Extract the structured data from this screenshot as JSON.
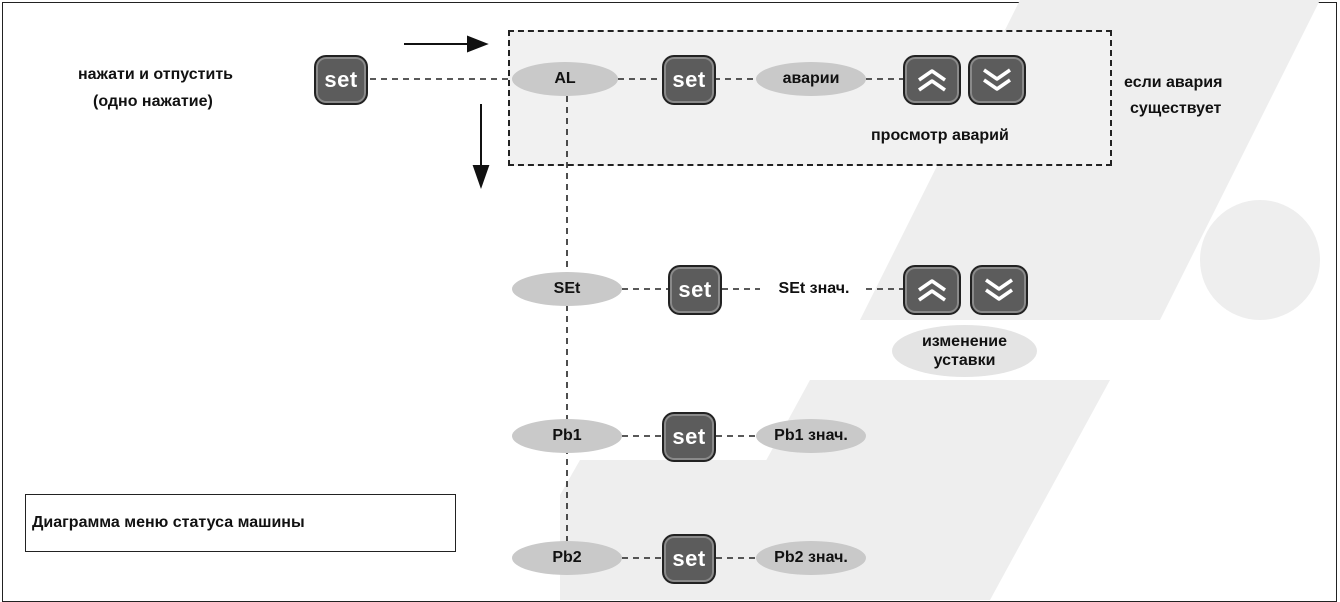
{
  "press_note": {
    "line1": "нажати и отпустить",
    "line2": "(одно нажатие)"
  },
  "set_label": "set",
  "alarm_section": {
    "menu": "AL",
    "value": "аварии",
    "caption": "просмотр аварий",
    "side_note_line1": "если авария",
    "side_note_line2": "существует"
  },
  "setpoint_section": {
    "menu": "SEt",
    "value": "SEt знач.",
    "caption_line1": "изменение",
    "caption_line2": "уставки"
  },
  "probe1_section": {
    "menu": "Pb1",
    "value": "Pb1 знач."
  },
  "probe2_section": {
    "menu": "Pb2",
    "value": "Pb2 знач."
  },
  "diagram_title": "Диаграмма меню статуса машины",
  "icons": {
    "up": "double-chevron-up-icon",
    "down": "double-chevron-down-icon",
    "arrow_right": "arrow-right-icon",
    "arrow_down": "arrow-down-icon"
  },
  "colors": {
    "button_fill": "#5c5c5c",
    "oval_fill": "#c9c9c9",
    "alarm_box_fill": "#f1f1f1",
    "watermark": "#eeeeee"
  }
}
